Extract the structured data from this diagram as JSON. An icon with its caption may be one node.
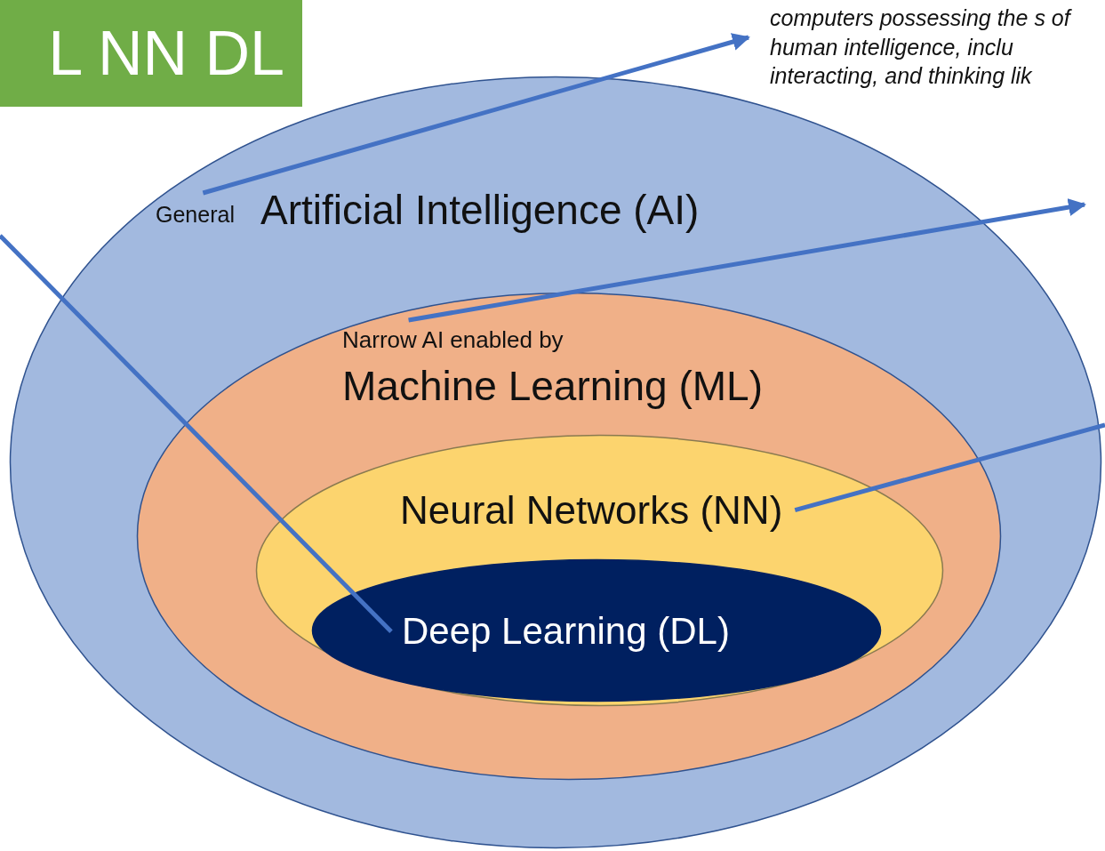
{
  "diagram": {
    "title": "L NN DL",
    "nodes": [
      {
        "text": [
          "General",
          "Artificial Intelligence (AI)"
        ]
      },
      {
        "text": [
          "Narrow AI enabled by",
          "Machine Learning (ML)"
        ],
        "in": 0
      },
      {
        "text": [
          "Neural Networks (NN)"
        ],
        "in": 1
      },
      {
        "text": [
          "Deep Learning (DL)"
        ],
        "in": 2
      },
      {
        "text": [
          "computers possessing the s of human intelligence, inclu interacting, and thinking lik"
        ]
      }
    ],
    "edges": [
      {
        "from": 0,
        "to": 4,
        "arrow": "to"
      },
      {
        "from": 1,
        "to": null,
        "arrow": "to"
      },
      {
        "from": 2,
        "to": null,
        "arrow": "none"
      },
      {
        "from": 3,
        "to": null,
        "arrow": "none"
      }
    ]
  }
}
